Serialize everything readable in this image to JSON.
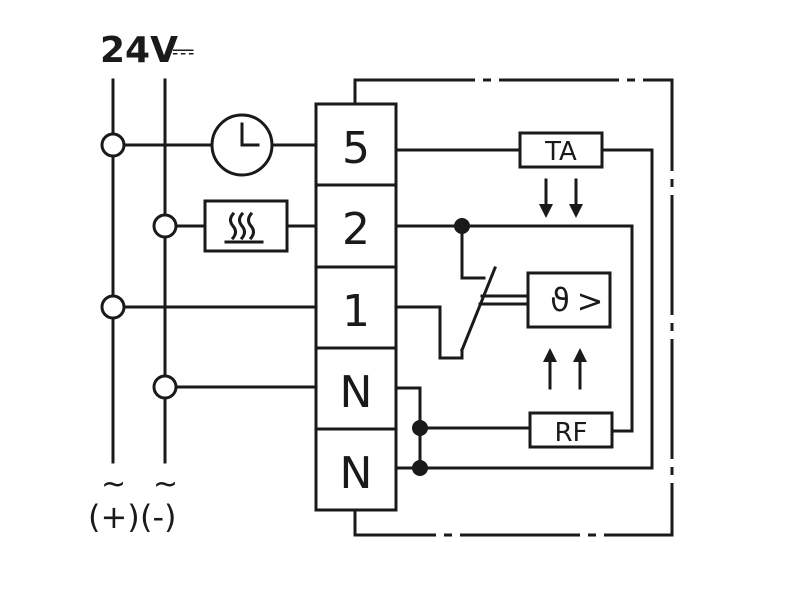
{
  "supply": {
    "voltage": "24V",
    "dc_symbol": "⎓",
    "ac_symbol": "~",
    "plus": "(+)",
    "minus": "(-)"
  },
  "terminals": [
    "5",
    "2",
    "1",
    "N",
    "N"
  ],
  "components": {
    "ta": "TA",
    "rf": "RF",
    "sensor_symbol": "ϑ",
    "sensor_arrow": ">"
  },
  "icons": {
    "clock": "clock-icon",
    "heater": "heater-icon"
  }
}
